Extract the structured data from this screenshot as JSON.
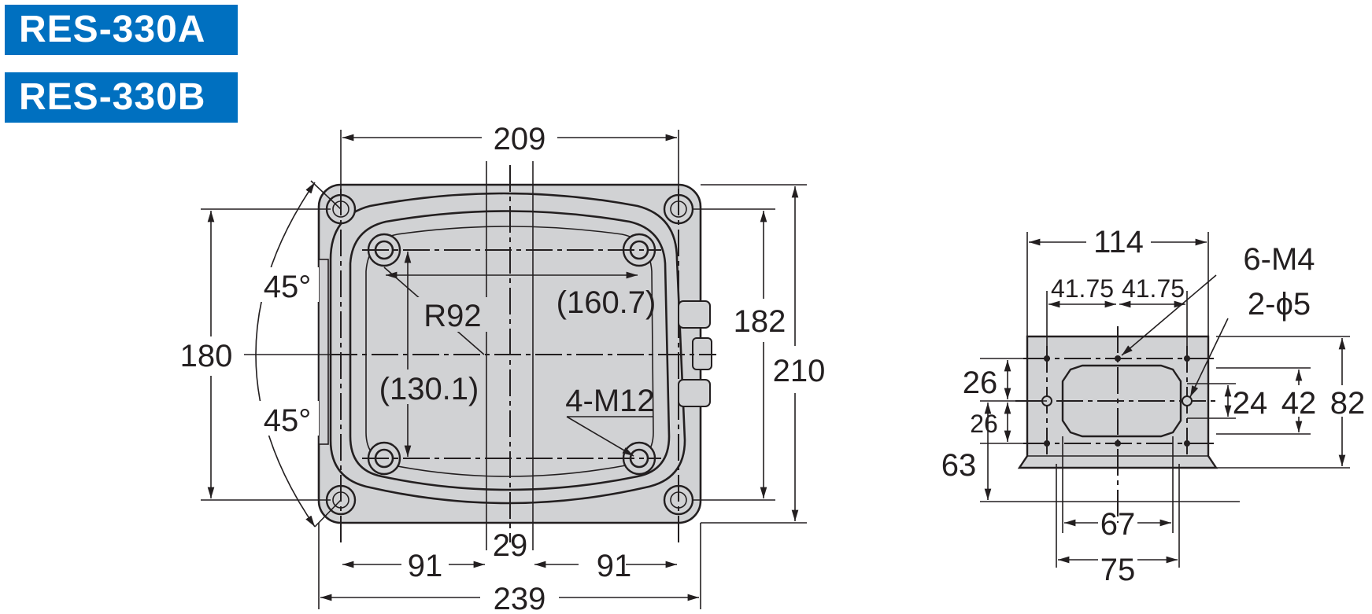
{
  "models": [
    "RES-330A",
    "RES-330B"
  ],
  "front_view": {
    "dim_top_width": "209",
    "dim_bottom_total": "239",
    "dim_bottom_left": "91",
    "dim_bottom_center": "29",
    "dim_bottom_right": "91",
    "dim_left_height": "180",
    "dim_right_inner": "182",
    "dim_right_outer": "210",
    "angle_upper": "45°",
    "angle_lower": "45°",
    "radius": "R92",
    "ref_horizontal": "(160.7)",
    "ref_vertical": "(130.1)",
    "hole_callout": "4-M12"
  },
  "side_view": {
    "dim_top_width": "114",
    "dim_pitch_left": "41.75",
    "dim_pitch_right": "41.75",
    "hole_callout_m4": "6-M4",
    "hole_callout_phi": "2-ϕ5",
    "dim_left_26a": "26",
    "dim_left_26b": "26",
    "dim_left_63": "63",
    "dim_right_24": "24",
    "dim_right_42": "42",
    "dim_right_82": "82",
    "dim_bottom_67": "67",
    "dim_bottom_75": "75"
  },
  "colors": {
    "badge_bg": "#0070c0",
    "badge_text": "#ffffff",
    "part_fill": "#d1d2d4",
    "line": "#231f20"
  }
}
